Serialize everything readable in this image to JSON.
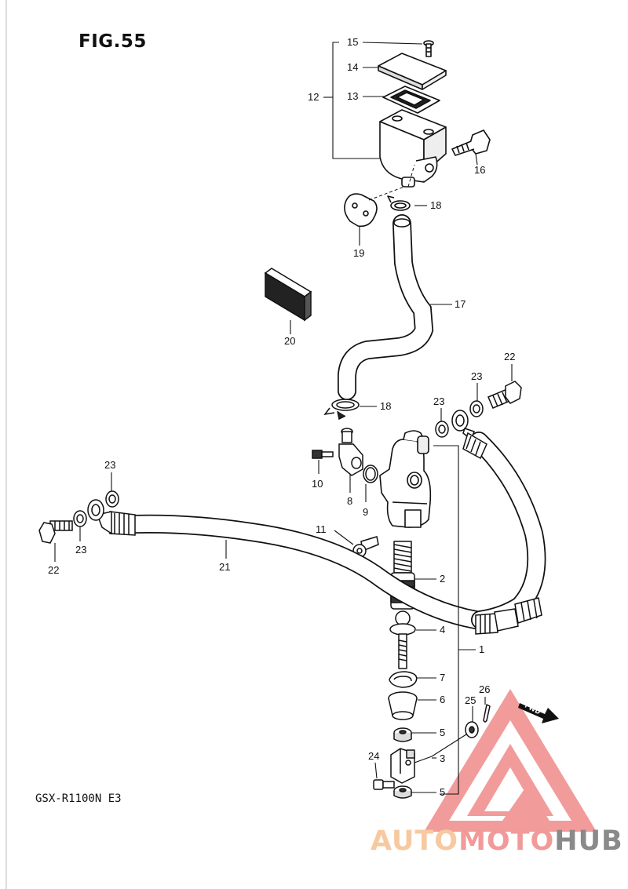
{
  "figure": {
    "title": "FIG.55",
    "model": "GSX-R1100N E3",
    "fwd_label": "FWD"
  },
  "callouts": [
    {
      "id": "c15",
      "label": "15"
    },
    {
      "id": "c14",
      "label": "14"
    },
    {
      "id": "c12",
      "label": "12"
    },
    {
      "id": "c13",
      "label": "13"
    },
    {
      "id": "c16",
      "label": "16"
    },
    {
      "id": "c18a",
      "label": "18"
    },
    {
      "id": "c19",
      "label": "19"
    },
    {
      "id": "c17",
      "label": "17"
    },
    {
      "id": "c20",
      "label": "20"
    },
    {
      "id": "c22a",
      "label": "22"
    },
    {
      "id": "c23a",
      "label": "23"
    },
    {
      "id": "c23b",
      "label": "23"
    },
    {
      "id": "c18b",
      "label": "18"
    },
    {
      "id": "c10",
      "label": "10"
    },
    {
      "id": "c8",
      "label": "8"
    },
    {
      "id": "c9",
      "label": "9"
    },
    {
      "id": "c23c",
      "label": "23"
    },
    {
      "id": "c23d",
      "label": "23"
    },
    {
      "id": "c22b",
      "label": "22"
    },
    {
      "id": "c11",
      "label": "11"
    },
    {
      "id": "c21",
      "label": "21"
    },
    {
      "id": "c2",
      "label": "2"
    },
    {
      "id": "c4",
      "label": "4"
    },
    {
      "id": "c1",
      "label": "1"
    },
    {
      "id": "c7",
      "label": "7"
    },
    {
      "id": "c6",
      "label": "6"
    },
    {
      "id": "c25",
      "label": "25"
    },
    {
      "id": "c26",
      "label": "26"
    },
    {
      "id": "c5a",
      "label": "5"
    },
    {
      "id": "c3",
      "label": "3"
    },
    {
      "id": "c24",
      "label": "24"
    },
    {
      "id": "c5b",
      "label": "5"
    }
  ],
  "watermark": {
    "part1": "AUTO",
    "part2": "MOTO",
    "part3": "HUB",
    "colors": {
      "part1": "#f7c9a0",
      "part2": "#f29a9a",
      "part3": "#8a8a8a",
      "logo": "#f08080"
    }
  }
}
